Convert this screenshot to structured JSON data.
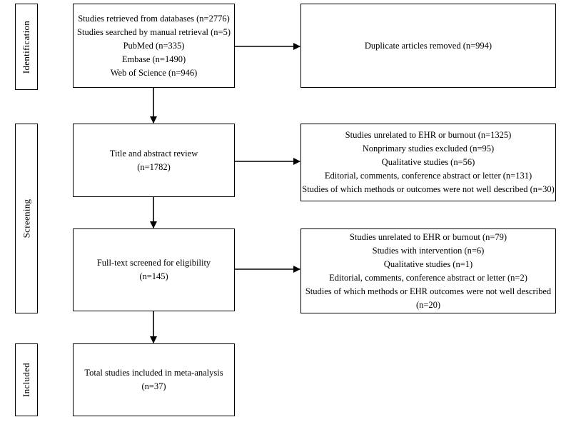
{
  "stages": {
    "identification": "Identification",
    "screening": "Screening",
    "included": "Included"
  },
  "boxes": {
    "identification_main": [
      "Studies retrieved from databases (n=2776)",
      "Studies searched by manual retrieval (n=5)",
      "PubMed (n=335)",
      "Embase (n=1490)",
      "Web of Science (n=946)"
    ],
    "duplicates": [
      "Duplicate articles removed (n=994)"
    ],
    "title_abstract": [
      "Title and abstract review",
      "(n=1782)"
    ],
    "title_abstract_excluded": [
      "Studies unrelated to EHR or burnout  (n=1325)",
      "Nonprimary studies excluded (n=95)",
      "Qualitative studies (n=56)",
      "Editorial, comments, conference abstract or letter (n=131)",
      "Studies of which methods or outcomes were not well described (n=30)"
    ],
    "full_text": [
      "Full-text screened for eligibility",
      "(n=145)"
    ],
    "full_text_excluded": [
      "Studies unrelated to EHR or burnout (n=79)",
      "Studies with intervention (n=6)",
      "Qualitative studies (n=1)",
      "Editorial, comments, conference abstract or letter (n=2)",
      "Studies of which methods or EHR outcomes were not well described",
      "(n=20)"
    ],
    "included_total": [
      "Total studies included in meta-analysis",
      "(n=37)"
    ]
  }
}
